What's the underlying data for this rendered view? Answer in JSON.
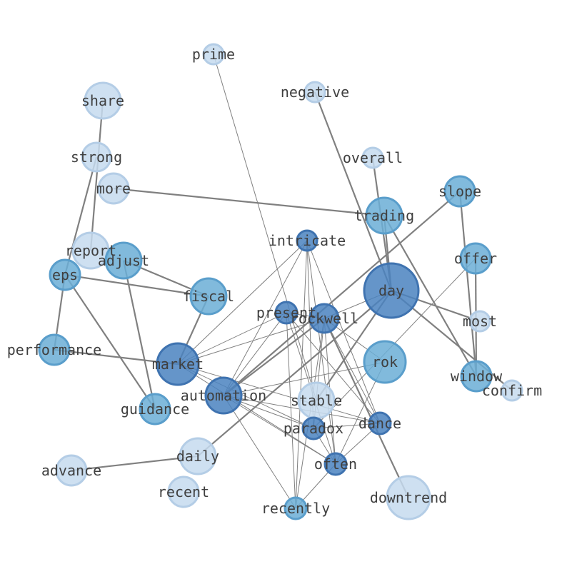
{
  "chart_data": {
    "type": "network",
    "nodes": [
      {
        "id": "prime",
        "label": "prime",
        "size": 1,
        "shade": 0
      },
      {
        "id": "negative",
        "label": "negative",
        "size": 1,
        "shade": 0
      },
      {
        "id": "share",
        "label": "share",
        "size": 4,
        "shade": 0
      },
      {
        "id": "overall",
        "label": "overall",
        "size": 1,
        "shade": 0
      },
      {
        "id": "strong",
        "label": "strong",
        "size": 3,
        "shade": 0
      },
      {
        "id": "more",
        "label": "more",
        "size": 3,
        "shade": 0
      },
      {
        "id": "slope",
        "label": "slope",
        "size": 3,
        "shade": 1
      },
      {
        "id": "trading",
        "label": "trading",
        "size": 4,
        "shade": 1
      },
      {
        "id": "intricate",
        "label": "intricate",
        "size": 1,
        "shade": 2
      },
      {
        "id": "report",
        "label": "report",
        "size": 4,
        "shade": 0
      },
      {
        "id": "adjust",
        "label": "adjust",
        "size": 4,
        "shade": 1
      },
      {
        "id": "offer",
        "label": "offer",
        "size": 3,
        "shade": 1
      },
      {
        "id": "eps",
        "label": "eps",
        "size": 3,
        "shade": 1
      },
      {
        "id": "day",
        "label": "day",
        "size": 9,
        "shade": 2
      },
      {
        "id": "fiscal",
        "label": "fiscal",
        "size": 4,
        "shade": 1
      },
      {
        "id": "present",
        "label": "present",
        "size": 1,
        "shade": 2
      },
      {
        "id": "rockwell",
        "label": "rockwell",
        "size": 2,
        "shade": 2
      },
      {
        "id": "most",
        "label": "most",
        "size": 1,
        "shade": 0
      },
      {
        "id": "performance",
        "label": "performance",
        "size": 3,
        "shade": 1
      },
      {
        "id": "rok",
        "label": "rok",
        "size": 5,
        "shade": 1
      },
      {
        "id": "market",
        "label": "market",
        "size": 5,
        "shade": 2
      },
      {
        "id": "window",
        "label": "window",
        "size": 3,
        "shade": 1
      },
      {
        "id": "confirm",
        "label": "confirm",
        "size": 1,
        "shade": 0
      },
      {
        "id": "automation",
        "label": "automation",
        "size": 4,
        "shade": 2
      },
      {
        "id": "stable",
        "label": "stable",
        "size": 4,
        "shade": 0
      },
      {
        "id": "guidance",
        "label": "guidance",
        "size": 3,
        "shade": 1
      },
      {
        "id": "dance",
        "label": "dance",
        "size": 1,
        "shade": 2
      },
      {
        "id": "paradox",
        "label": "paradox",
        "size": 1,
        "shade": 2
      },
      {
        "id": "daily",
        "label": "daily",
        "size": 4,
        "shade": 0
      },
      {
        "id": "often",
        "label": "often",
        "size": 1,
        "shade": 2
      },
      {
        "id": "advance",
        "label": "advance",
        "size": 3,
        "shade": 0
      },
      {
        "id": "recent",
        "label": "recent",
        "size": 3,
        "shade": 0
      },
      {
        "id": "downtrend",
        "label": "downtrend",
        "size": 6,
        "shade": 0
      },
      {
        "id": "recently",
        "label": "recently",
        "size": 1,
        "shade": 1
      }
    ],
    "edges": [
      {
        "source": "negative",
        "target": "day",
        "weight": 2
      },
      {
        "source": "overall",
        "target": "day",
        "weight": 2
      },
      {
        "source": "more",
        "target": "trading",
        "weight": 2
      },
      {
        "source": "share",
        "target": "report",
        "weight": 2
      },
      {
        "source": "strong",
        "target": "eps",
        "weight": 2
      },
      {
        "source": "eps",
        "target": "fiscal",
        "weight": 2
      },
      {
        "source": "eps",
        "target": "performance",
        "weight": 2
      },
      {
        "source": "eps",
        "target": "guidance",
        "weight": 2
      },
      {
        "source": "adjust",
        "target": "fiscal",
        "weight": 2
      },
      {
        "source": "adjust",
        "target": "guidance",
        "weight": 2
      },
      {
        "source": "fiscal",
        "target": "market",
        "weight": 2
      },
      {
        "source": "performance",
        "target": "market",
        "weight": 2
      },
      {
        "source": "slope",
        "target": "automation",
        "weight": 2
      },
      {
        "source": "slope",
        "target": "window",
        "weight": 2
      },
      {
        "source": "trading",
        "target": "day",
        "weight": 2
      },
      {
        "source": "trading",
        "target": "window",
        "weight": 2
      },
      {
        "source": "offer",
        "target": "window",
        "weight": 2
      },
      {
        "source": "day",
        "target": "most",
        "weight": 2
      },
      {
        "source": "day",
        "target": "confirm",
        "weight": 2
      },
      {
        "source": "day",
        "target": "stable",
        "weight": 2
      },
      {
        "source": "day",
        "target": "daily",
        "weight": 2
      },
      {
        "source": "advance",
        "target": "daily",
        "weight": 2
      },
      {
        "source": "automation",
        "target": "rockwell",
        "weight": 2
      },
      {
        "source": "rockwell",
        "target": "downtrend",
        "weight": 2
      },
      {
        "source": "prime",
        "target": "stable",
        "weight": 1
      },
      {
        "source": "intricate",
        "target": "market",
        "weight": 1
      },
      {
        "source": "intricate",
        "target": "automation",
        "weight": 1
      },
      {
        "source": "intricate",
        "target": "paradox",
        "weight": 1
      },
      {
        "source": "intricate",
        "target": "often",
        "weight": 1
      },
      {
        "source": "intricate",
        "target": "dance",
        "weight": 1
      },
      {
        "source": "intricate",
        "target": "recently",
        "weight": 1
      },
      {
        "source": "offer",
        "target": "paradox",
        "weight": 1
      },
      {
        "source": "present",
        "target": "market",
        "weight": 1
      },
      {
        "source": "present",
        "target": "rockwell",
        "weight": 1
      },
      {
        "source": "present",
        "target": "automation",
        "weight": 1
      },
      {
        "source": "present",
        "target": "often",
        "weight": 1
      },
      {
        "source": "present",
        "target": "recently",
        "weight": 1
      },
      {
        "source": "present",
        "target": "dance",
        "weight": 1
      },
      {
        "source": "rockwell",
        "target": "rok",
        "weight": 1
      },
      {
        "source": "rockwell",
        "target": "paradox",
        "weight": 1
      },
      {
        "source": "rockwell",
        "target": "dance",
        "weight": 1
      },
      {
        "source": "rockwell",
        "target": "often",
        "weight": 1
      },
      {
        "source": "rockwell",
        "target": "recently",
        "weight": 1
      },
      {
        "source": "day",
        "target": "rockwell",
        "weight": 1
      },
      {
        "source": "rok",
        "target": "often",
        "weight": 1
      },
      {
        "source": "rok",
        "target": "automation",
        "weight": 1
      },
      {
        "source": "market",
        "target": "rockwell",
        "weight": 1
      },
      {
        "source": "market",
        "target": "dance",
        "weight": 1
      },
      {
        "source": "market",
        "target": "often",
        "weight": 1
      },
      {
        "source": "market",
        "target": "paradox",
        "weight": 1
      },
      {
        "source": "automation",
        "target": "dance",
        "weight": 1
      },
      {
        "source": "automation",
        "target": "often",
        "weight": 1
      },
      {
        "source": "automation",
        "target": "paradox",
        "weight": 1
      },
      {
        "source": "automation",
        "target": "recently",
        "weight": 1
      },
      {
        "source": "paradox",
        "target": "dance",
        "weight": 1
      },
      {
        "source": "paradox",
        "target": "often",
        "weight": 1
      },
      {
        "source": "dance",
        "target": "often",
        "weight": 1
      },
      {
        "source": "often",
        "target": "recently",
        "weight": 1
      }
    ],
    "colors": {
      "shade_0": "#c6dbef",
      "shade_1": "#6baed6",
      "shade_2": "#4a83c0",
      "stroke_0": "#b4cde6",
      "stroke_1": "#5a9ecb",
      "stroke_2": "#3f73b0",
      "edge": "#808080",
      "label": "#3f3f3f"
    }
  }
}
